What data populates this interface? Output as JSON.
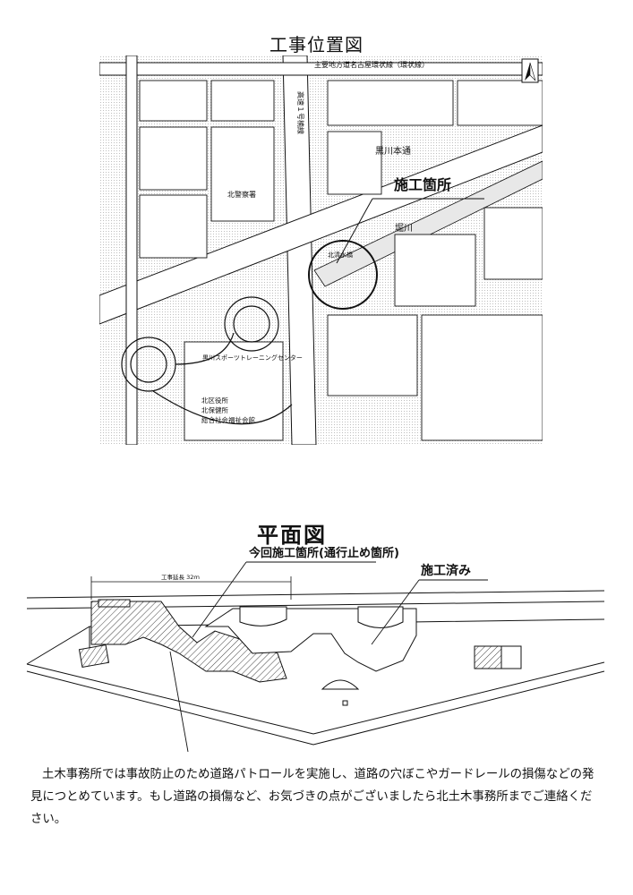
{
  "location_map": {
    "title": "工事位置図",
    "labels": {
      "main_road": "主要地方道名古屋環状線（環状線）",
      "expressway": "高速１号楠線",
      "kurokawa_hondori": "黒川本通",
      "police": "北警察署",
      "river": "堀川",
      "pump": "北清水橋",
      "sports": "黒川スポーツトレーニングセンター",
      "ward_office": "北区役所",
      "health_center": "北保健所",
      "welfare": "総合社会福祉会館",
      "site": "施工箇所"
    }
  },
  "plan_view": {
    "title": "平面図",
    "current_work_label": "今回施工箇所(通行止め箇所)",
    "completed_label": "施工済み",
    "extent_label": "工事延長 32ｍ"
  },
  "notice": {
    "text": "土木事務所では事故防止のため道路パトロールを実施し、道路の穴ぼこやガードレールの損傷などの発見につとめています。もし道路の損傷など、お気づきの点がございましたら北土木事務所までご連絡ください。"
  }
}
